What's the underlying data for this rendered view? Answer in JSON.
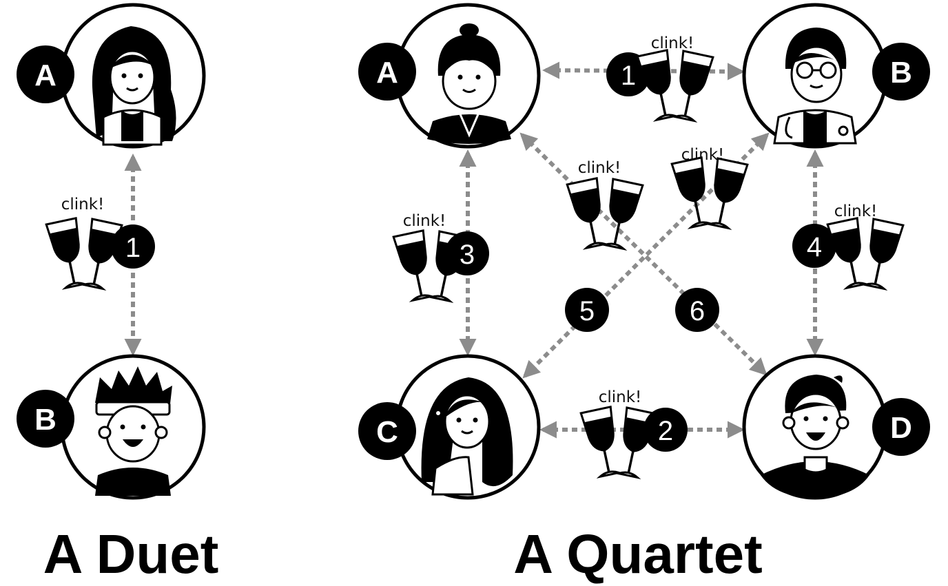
{
  "colors": {
    "ink": "#000000",
    "arrow": "#8c8c8c",
    "background": "#ffffff"
  },
  "duet": {
    "title": "A Duet",
    "people": [
      {
        "badge": "A",
        "icon": "woman-curly-hair-icon"
      },
      {
        "badge": "B",
        "icon": "boy-headband-icon"
      }
    ],
    "toasts": [
      {
        "number": "1",
        "caption": "clink!"
      }
    ]
  },
  "quartet": {
    "title": "A Quartet",
    "people": [
      {
        "badge": "A",
        "icon": "woman-bun-hair-icon"
      },
      {
        "badge": "B",
        "icon": "doctor-glasses-icon"
      },
      {
        "badge": "C",
        "icon": "woman-long-hair-icon"
      },
      {
        "badge": "D",
        "icon": "smiling-boy-icon"
      }
    ],
    "toasts": [
      {
        "number": "1",
        "caption": "clink!"
      },
      {
        "number": "2",
        "caption": "clink!"
      },
      {
        "number": "3",
        "caption": "clink!"
      },
      {
        "number": "4",
        "caption": "clink!"
      },
      {
        "number": "5",
        "caption": "clink!"
      },
      {
        "number": "6",
        "caption": "clink!"
      }
    ]
  }
}
